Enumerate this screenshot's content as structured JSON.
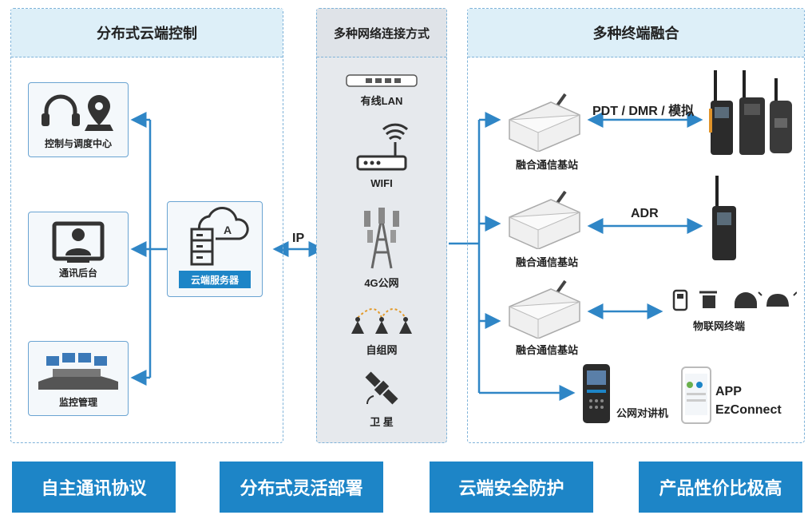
{
  "panels": {
    "left_title": "分布式云端控制",
    "mid_title": "多种网络连接方式",
    "right_title": "多种终端融合"
  },
  "left": {
    "dispatch_label": "控制与调度中心",
    "backend_label": "通讯后台",
    "monitor_label": "监控管理",
    "server_label": "云端服务器"
  },
  "ip_label": "IP",
  "networks": [
    "有线LAN",
    "WIFI",
    "4G公网",
    "自组网",
    "卫 星"
  ],
  "right": {
    "station_label": "融合通信基站",
    "pdt_label": "PDT / DMR / 模拟",
    "adr_label": "ADR",
    "iot_label": "物联网终端",
    "public_radio_label": "公网对讲机",
    "app_label_1": "APP",
    "app_label_2": "EzConnect"
  },
  "footer": [
    "自主通讯协议",
    "分布式灵活部署",
    "云端安全防护",
    "产品性价比极高"
  ],
  "colors": {
    "accent": "#1d85c7",
    "line": "#2f86c6",
    "panel_border": "#7fb3d9"
  }
}
